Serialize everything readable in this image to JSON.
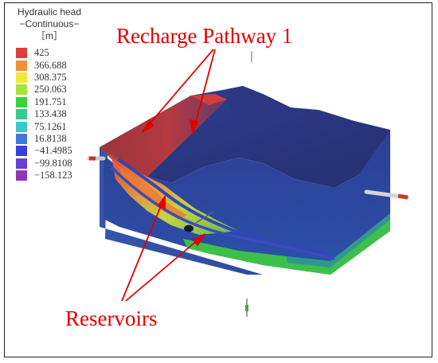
{
  "legend": {
    "title": "Hydraulic head",
    "subtitle": "−Continuous−",
    "unit": "［m］",
    "items": [
      {
        "value": "425",
        "color": "#e23b3b"
      },
      {
        "value": "366.688",
        "color": "#f38d36"
      },
      {
        "value": "308.375",
        "color": "#f2e935"
      },
      {
        "value": "250.063",
        "color": "#a6e03a"
      },
      {
        "value": "191.751",
        "color": "#39d43a"
      },
      {
        "value": "133.438",
        "color": "#39c98a"
      },
      {
        "value": "75.1261",
        "color": "#3cc6d0"
      },
      {
        "value": "16.8138",
        "color": "#3f79d8"
      },
      {
        "value": "−41.4985",
        "color": "#3b3fe0"
      },
      {
        "value": "−99.8108",
        "color": "#6a3fd6"
      },
      {
        "value": "−158.123",
        "color": "#8e36b8"
      }
    ]
  },
  "annotations": {
    "recharge": "Recharge Pathway 1",
    "reservoirs": "Reservoirs",
    "color": "#e00000"
  },
  "model": {
    "body_color": "#2b3a8c",
    "top_color": "#273379",
    "recharge_color": "#b53a3a"
  }
}
